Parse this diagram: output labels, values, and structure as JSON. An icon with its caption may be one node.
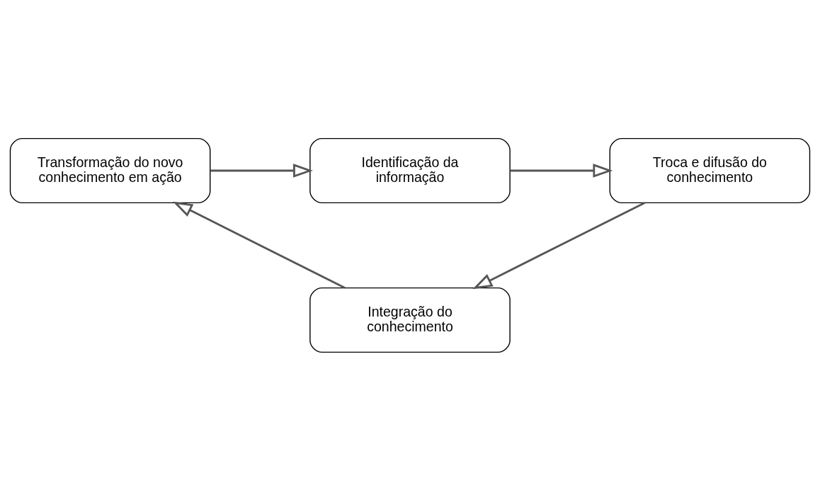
{
  "diagram": {
    "nodes": [
      {
        "text": [
          "Identificação da informação"
        ]
      },
      {
        "text": [
          "Troca e difusão do conhecimento"
        ]
      },
      {
        "text": [
          "Transformação do novo conhecimento em ação"
        ]
      },
      {
        "text": [
          "Integração do conhecimento"
        ]
      }
    ],
    "edges": [
      {
        "from": 0,
        "to": 1,
        "arrow": "to"
      },
      {
        "from": 1,
        "to": 3,
        "arrow": "to"
      },
      {
        "from": 3,
        "to": 2,
        "arrow": "to"
      },
      {
        "from": 2,
        "to": 0,
        "arrow": "to"
      }
    ]
  }
}
